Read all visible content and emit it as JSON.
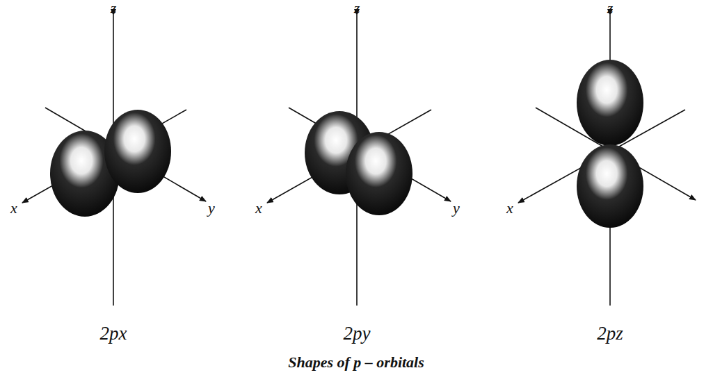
{
  "diagram": {
    "caption": "Shapes of p – orbitals",
    "labels": [
      "z",
      "x",
      "y",
      "2px",
      "z",
      "x",
      "y",
      "2py",
      "z",
      "x",
      "2pz"
    ]
  }
}
